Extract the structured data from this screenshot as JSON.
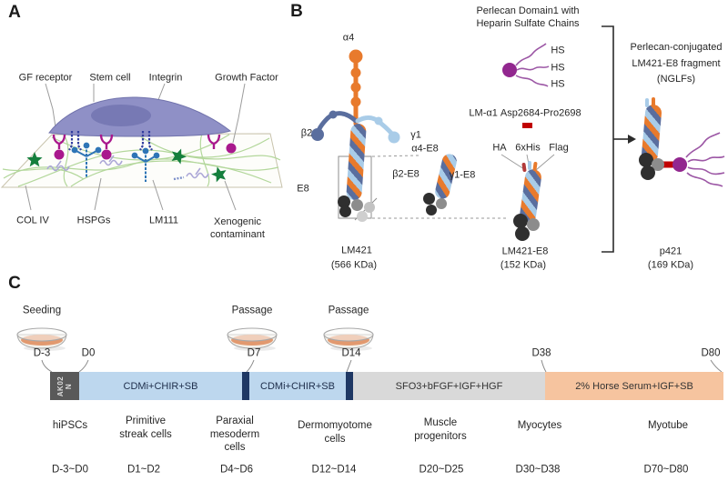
{
  "panel_a": {
    "label": "A",
    "labels": {
      "gf_receptor": "GF receptor",
      "stem_cell": "Stem cell",
      "integrin": "Integrin",
      "growth_factor": "Growth Factor",
      "col_iv": "COL IV",
      "hspgs": "HSPGs",
      "lm111": "LM111",
      "xenogenic": "Xenogenic contaminant"
    }
  },
  "panel_b": {
    "label": "B",
    "chain_labels": {
      "alpha4": "α4",
      "beta2": "β2",
      "gamma1": "γ1",
      "e8": "E8"
    },
    "fragment_labels": {
      "alpha4_e8": "α4-E8",
      "beta2_e8": "β2-E8",
      "gamma1_e8": "γ1-E8"
    },
    "perlecan_title": "Perlecan Domain1 with Heparin Sulfate Chains",
    "hs_labels": [
      "HS",
      "HS",
      "HS"
    ],
    "linker_label": "LM-α1 Asp2684-Pro2698",
    "tag_labels": {
      "ha": "HA",
      "his": "6xHis",
      "flag": "Flag"
    },
    "nglf_lines": [
      "Perlecan-conjugated",
      "LM421-E8 fragment",
      "(NGLFs)"
    ],
    "molecules": {
      "lm421": {
        "name": "LM421",
        "mass": "(566 KDa)"
      },
      "lm421_e8": {
        "name": "LM421-E8",
        "mass": "(152 KDa)"
      },
      "p421": {
        "name": "p421",
        "mass": "(169 KDa)"
      }
    }
  },
  "panel_c": {
    "label": "C",
    "dish_labels": [
      "Seeding",
      "Passage",
      "Passage"
    ],
    "timepoints": [
      "D-3",
      "D0",
      "D7",
      "D14",
      "D38",
      "D80"
    ],
    "media_segments": {
      "ak02n_lines": [
        "AK02",
        "N"
      ],
      "stage1": "CDMi+CHIR+SB",
      "stage2": "CDMi+CHIR+SB",
      "stage3": "SFO3+bFGF+IGF+HGF",
      "stage4": "2% Horse Serum+IGF+SB"
    },
    "stages": [
      {
        "name": "hiPSCs",
        "days": "D-3~D0"
      },
      {
        "name": "Primitive streak cells",
        "days": "D1~D2"
      },
      {
        "name": "Paraxial mesoderm cells",
        "days": "D4~D6"
      },
      {
        "name": "Dermomyotome cells",
        "days": "D12~D14"
      },
      {
        "name": "Muscle progenitors",
        "days": "D20~D25"
      },
      {
        "name": "Myocytes",
        "days": "D30~D38"
      },
      {
        "name": "Myotube",
        "days": "D70~D80"
      }
    ]
  },
  "colors": {
    "alpha4_orange": "#E87A2C",
    "beta2_slate": "#5A6E9E",
    "gamma1_light_blue": "#A9CCE8",
    "perlecan_purple": "#92278F",
    "linker_red": "#C00000",
    "media_ak02n_gray": "#595959",
    "media_cdmi_blue": "#BDD7EE",
    "media_divider_navy": "#1F3864",
    "media_sfo3_gray": "#D9D9D9",
    "media_horse_serum_orange": "#F6C49F",
    "cell_purple": "#8F90C6",
    "contaminant_green": "#157F3D",
    "growth_factor_magenta": "#A9188D",
    "lm111_blue": "#2E75B6",
    "dish_media_orange": "#E2996F"
  }
}
